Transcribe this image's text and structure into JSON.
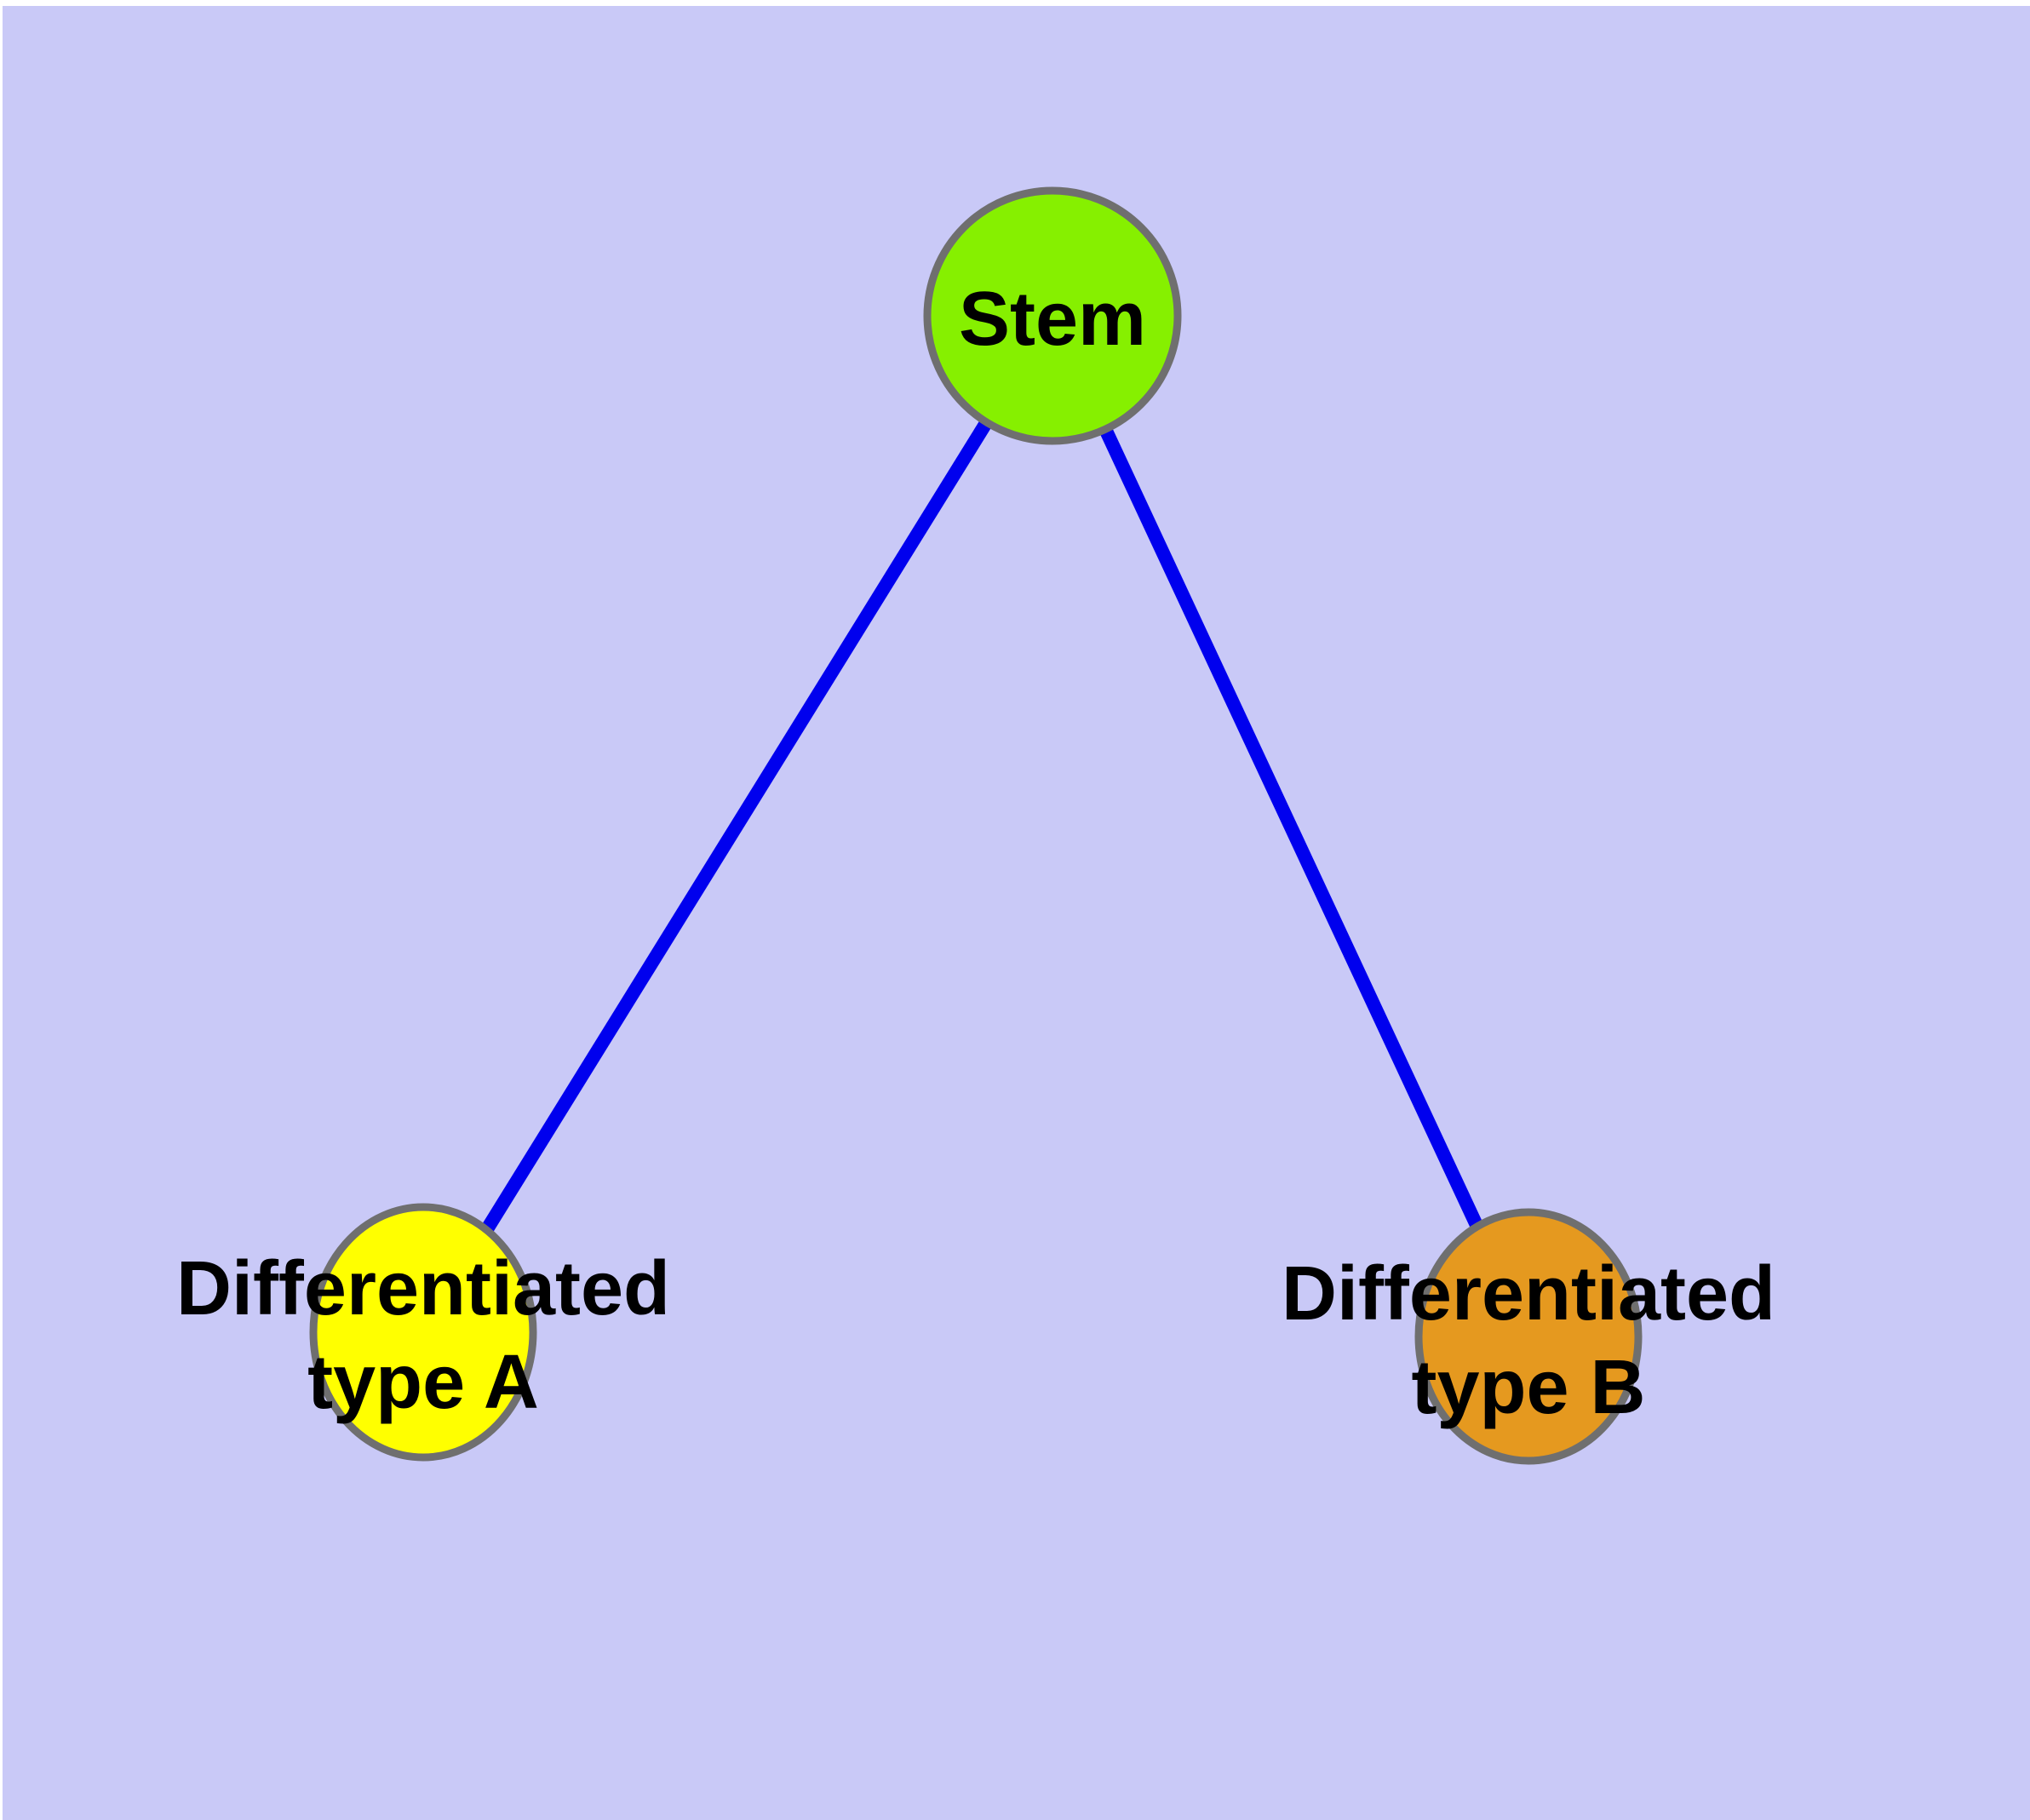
{
  "diagram": {
    "title": "stem-cell-differentiation-graph",
    "background_color": "#c9c9f7",
    "page_margin_color": "#ffffff",
    "edge_color": "#0000ee",
    "node_border_color": "#6f6f6f",
    "label_color": "#000000",
    "nodes": [
      {
        "id": "stem",
        "label": "Stem",
        "color": "#86f000"
      },
      {
        "id": "type-a",
        "label_line1": "Differentiated",
        "label_line2": "type A",
        "color": "#ffff00"
      },
      {
        "id": "type-b",
        "label_line1": "Differentiated",
        "label_line2": "type B",
        "color": "#e5991f"
      }
    ],
    "edges": [
      {
        "from": "Stem",
        "to": "Differentiated type A"
      },
      {
        "from": "Stem",
        "to": "Differentiated type B"
      }
    ]
  }
}
